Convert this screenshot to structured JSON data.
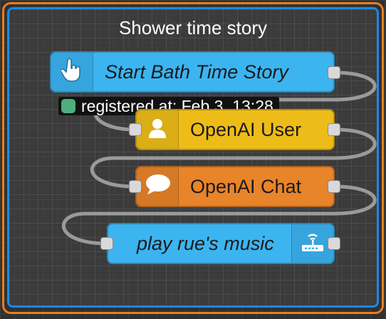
{
  "group": {
    "title": "Shower time story"
  },
  "nodes": {
    "start": {
      "label": "Start Bath Time Story",
      "icon": "hand-pointer-icon"
    },
    "user": {
      "label": "OpenAI User",
      "icon": "user-icon"
    },
    "chat": {
      "label": "OpenAI Chat",
      "icon": "speech-bubble-icon"
    },
    "music": {
      "label": "play rue's music",
      "icon": "router-icon"
    }
  },
  "status": {
    "text": "registered at: Feb 3, 13:28",
    "color": "#4caf7d"
  },
  "colors": {
    "inject_node": "#3cb4f0",
    "user_node": "#eebc18",
    "chat_node": "#e8842a",
    "group_outer_border": "#e67e22",
    "group_inner_border": "#1e88e5"
  }
}
